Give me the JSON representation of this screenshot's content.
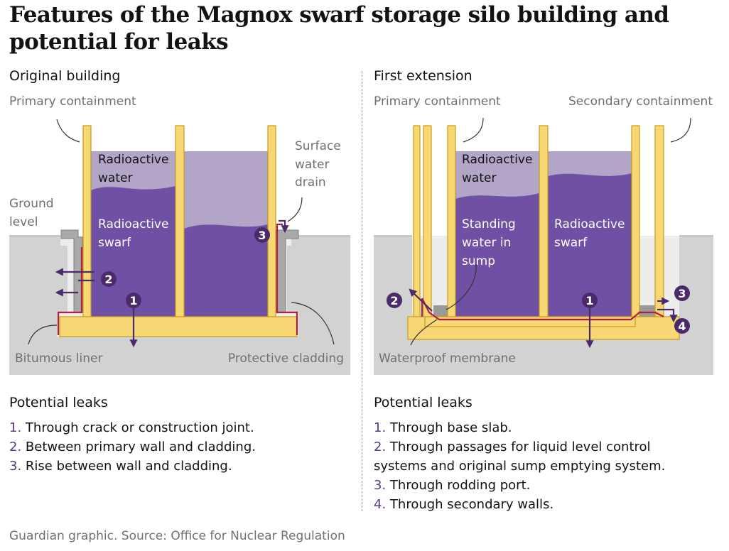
{
  "title": "Features of the Magnox swarf storage silo building and potential for leaks",
  "colors": {
    "background_panel": "#ededed",
    "ground_fill": "#d2d2d2",
    "wall_yellow": "#f7d874",
    "wall_outline": "#c79b1c",
    "water": "#b3a5c8",
    "swarf": "#6f50a4",
    "liner_red": "#b01e43",
    "leak_marker": "#4b2a6c",
    "annotation_gray": "#707070"
  },
  "original_building": {
    "heading": "Original building",
    "labels": {
      "primary_containment": "Primary containment",
      "radioactive_water": [
        "Radioactive",
        "water"
      ],
      "radioactive_swarf": [
        "Radioactive",
        "swarf"
      ],
      "surface_water_drain": [
        "Surface",
        "water",
        "drain"
      ],
      "ground_level": [
        "Ground",
        "level"
      ],
      "bitumous_liner": "Bitumous liner",
      "protective_cladding": "Protective cladding"
    },
    "leak_markers": [
      "1",
      "2",
      "3"
    ],
    "leaks_heading": "Potential leaks",
    "leaks": [
      {
        "num": "1.",
        "text": "Through crack or construction joint."
      },
      {
        "num": "2.",
        "text": "Between primary wall and cladding."
      },
      {
        "num": "3.",
        "text": "Rise between wall and cladding."
      }
    ]
  },
  "first_extension": {
    "heading": "First extension",
    "labels": {
      "primary_containment": "Primary containment",
      "secondary_containment": "Secondary containment",
      "radioactive_water": [
        "Radioactive",
        "water"
      ],
      "standing_water": [
        "Standing",
        "water in",
        "sump"
      ],
      "radioactive_swarf": [
        "Radioactive",
        "swarf"
      ],
      "waterproof_membrane": "Waterproof membrane"
    },
    "leak_markers": [
      "1",
      "2",
      "3",
      "4"
    ],
    "leaks_heading": "Potential leaks",
    "leaks": [
      {
        "num": "1.",
        "text": "Through base slab."
      },
      {
        "num": "2.",
        "text": "Through passages for liquid level control systems and original sump emptying system."
      },
      {
        "num": "3.",
        "text": "Through rodding port."
      },
      {
        "num": "4.",
        "text": "Through secondary walls."
      }
    ]
  },
  "footer": "Guardian graphic. Source: Office for Nuclear Regulation"
}
